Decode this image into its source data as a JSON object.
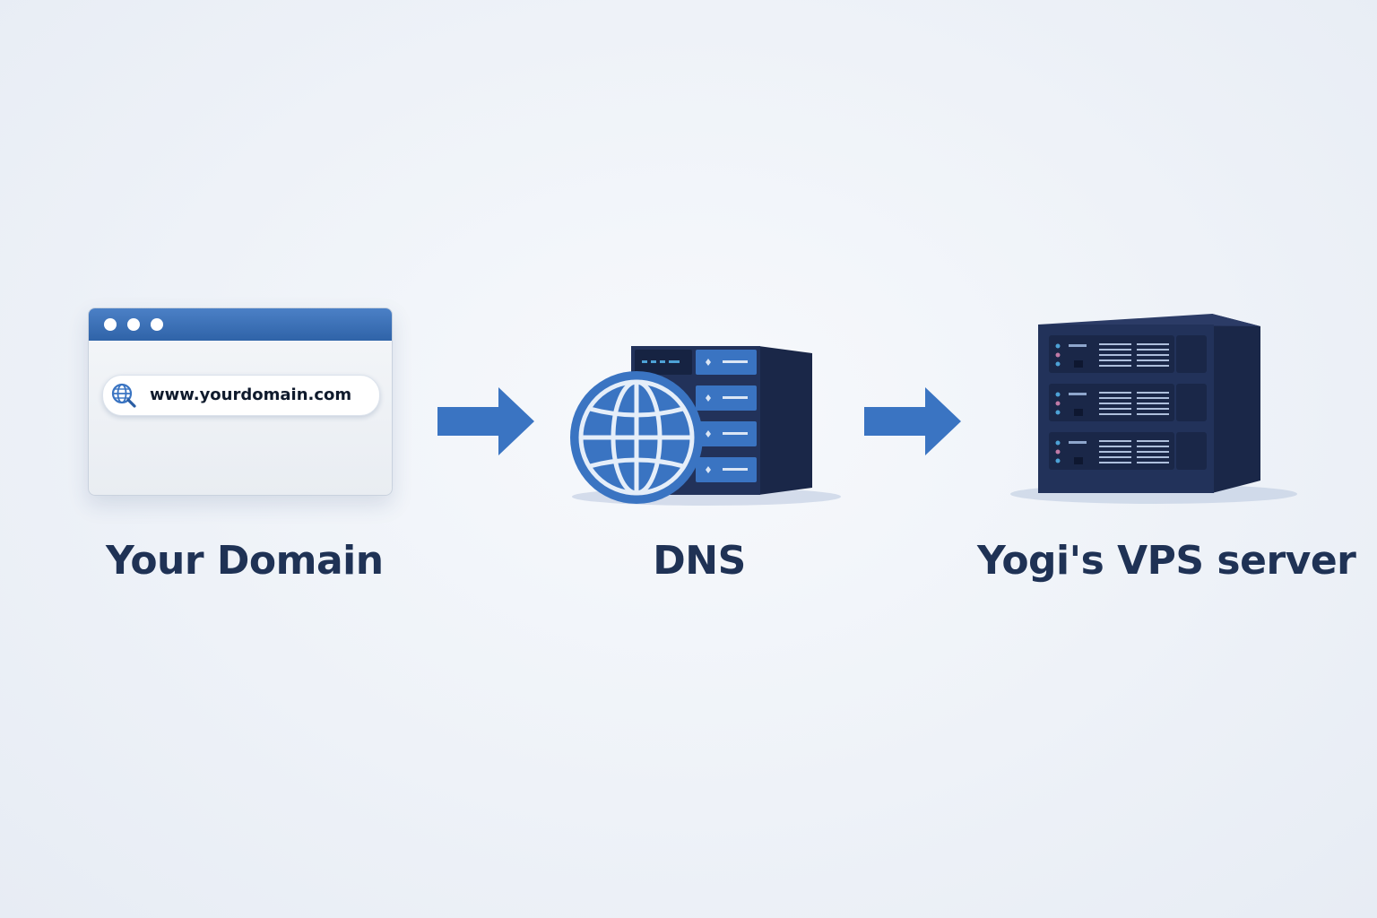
{
  "nodes": [
    {
      "id": "domain",
      "label": "Your Domain",
      "icon": "browser-window-icon"
    },
    {
      "id": "dns",
      "label": "DNS",
      "icon": "globe-server-icon"
    },
    {
      "id": "vps",
      "label": "Yogi's VPS server",
      "icon": "server-rack-icon"
    }
  ],
  "browser": {
    "url": "www.yourdomain.com",
    "url_icon": "globe-search-icon"
  },
  "arrows": [
    {
      "from": "domain",
      "to": "dns"
    },
    {
      "from": "dns",
      "to": "vps"
    }
  ],
  "colors": {
    "accent": "#3a74c2",
    "dark_navy": "#1f3255",
    "server_dark": "#1e2d52"
  }
}
